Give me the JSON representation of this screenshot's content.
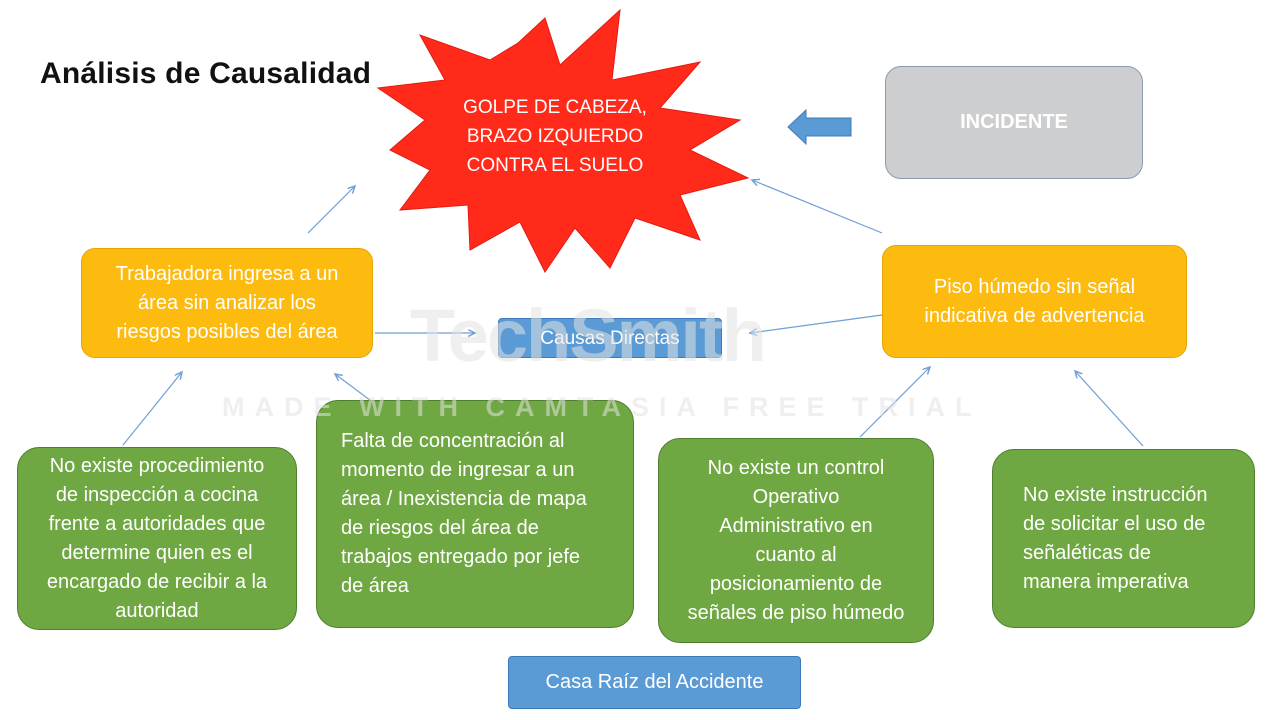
{
  "title": "Análisis de Causalidad",
  "event": {
    "text": "GOLPE DE CABEZA,\nBRAZO IZQUIERDO\nCONTRA EL SUELO",
    "color": "#ff2a1a"
  },
  "incident_label": "INCIDENTE",
  "direct_causes": {
    "label": "Causas Directas",
    "worker": "Trabajadora ingresa a un\nárea sin analizar los\nriesgos posibles del área",
    "floor": "Piso húmedo sin señal\nindicativa de advertencia"
  },
  "root_causes": [
    "No existe procedimiento\nde inspección a cocina\nfrente a autoridades que\ndetermine quien es el\nencargado de recibir a la\nautoridad",
    "Falta de concentración al\nmomento de ingresar a un\nárea / Inexistencia de mapa\nde riesgos del área de\ntrabajos entregado por jefe\nde área",
    "No existe un control\nOperativo\nAdministrativo en\ncuanto al\nposicionamiento de\nseñales de piso húmedo",
    "No existe instrucción\nde solicitar el uso de\nseñaléticas de\nmanera imperativa"
  ],
  "root_label": "Casa Raíz del Accidente",
  "watermark": {
    "logo": "TechSmith",
    "text": "MADE WITH CAMTASIA FREE TRIAL"
  },
  "colors": {
    "orange": "#fdbb10",
    "green": "#6fa842",
    "blue": "#5b9bd5",
    "grey": "#cdced0",
    "red": "#ff2a1a"
  }
}
